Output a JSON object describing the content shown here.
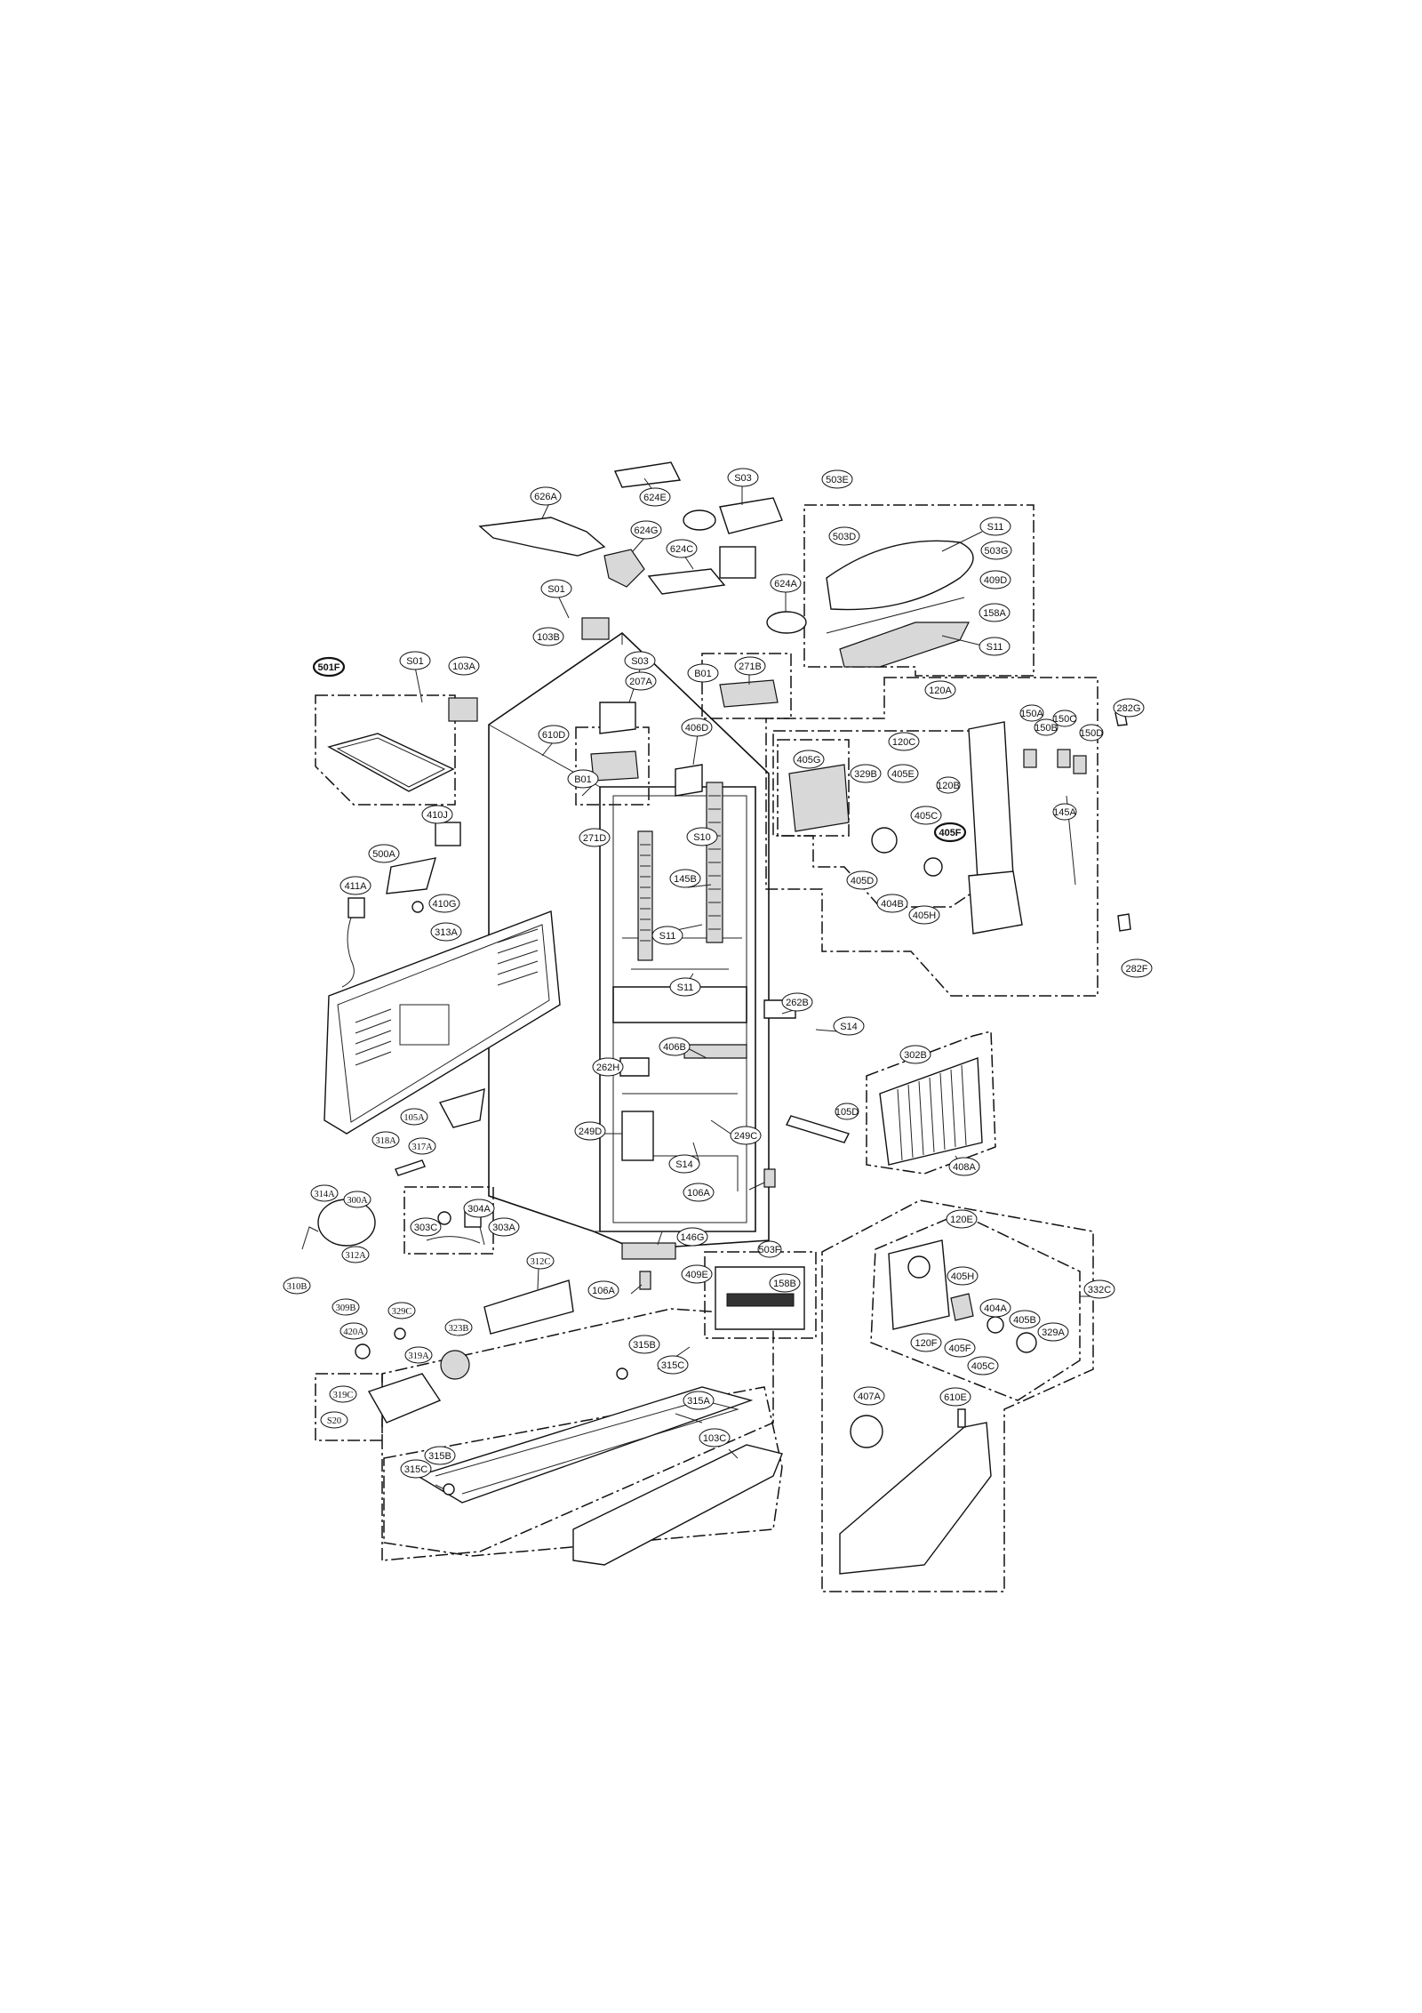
{
  "diagram": {
    "labels": [
      {
        "id": "626A",
        "style": "normal"
      },
      {
        "id": "624E",
        "style": "normal"
      },
      {
        "id": "S03",
        "style": "normal"
      },
      {
        "id": "503E",
        "style": "normal"
      },
      {
        "id": "624G",
        "style": "normal"
      },
      {
        "id": "624C",
        "style": "normal"
      },
      {
        "id": "503D",
        "style": "normal"
      },
      {
        "id": "S11",
        "style": "normal"
      },
      {
        "id": "503G",
        "style": "normal"
      },
      {
        "id": "409D",
        "style": "normal"
      },
      {
        "id": "624A",
        "style": "normal"
      },
      {
        "id": "S01",
        "style": "normal"
      },
      {
        "id": "158A",
        "style": "normal"
      },
      {
        "id": "103B",
        "style": "normal"
      },
      {
        "id": "271B",
        "style": "normal"
      },
      {
        "id": "S11",
        "style": "normal"
      },
      {
        "id": "501F",
        "style": "bold"
      },
      {
        "id": "S01",
        "style": "normal"
      },
      {
        "id": "103A",
        "style": "normal"
      },
      {
        "id": "S03",
        "style": "normal"
      },
      {
        "id": "B01",
        "style": "normal"
      },
      {
        "id": "207A",
        "style": "normal"
      },
      {
        "id": "120A",
        "style": "normal"
      },
      {
        "id": "150A",
        "style": "small"
      },
      {
        "id": "150C",
        "style": "small"
      },
      {
        "id": "150B",
        "style": "small"
      },
      {
        "id": "150D",
        "style": "small"
      },
      {
        "id": "282G",
        "style": "normal"
      },
      {
        "id": "406D",
        "style": "normal"
      },
      {
        "id": "610D",
        "style": "normal"
      },
      {
        "id": "120C",
        "style": "normal"
      },
      {
        "id": "B01",
        "style": "normal"
      },
      {
        "id": "405G",
        "style": "normal"
      },
      {
        "id": "329B",
        "style": "normal"
      },
      {
        "id": "405E",
        "style": "normal"
      },
      {
        "id": "120B",
        "style": "small"
      },
      {
        "id": "271D",
        "style": "normal"
      },
      {
        "id": "410J",
        "style": "normal"
      },
      {
        "id": "S10",
        "style": "normal"
      },
      {
        "id": "145A",
        "style": "small"
      },
      {
        "id": "405C",
        "style": "normal"
      },
      {
        "id": "405F",
        "style": "bold"
      },
      {
        "id": "500A",
        "style": "normal"
      },
      {
        "id": "145B",
        "style": "normal"
      },
      {
        "id": "405D",
        "style": "normal"
      },
      {
        "id": "411A",
        "style": "normal"
      },
      {
        "id": "410G",
        "style": "normal"
      },
      {
        "id": "404B",
        "style": "normal"
      },
      {
        "id": "405H",
        "style": "normal"
      },
      {
        "id": "313A",
        "style": "normal"
      },
      {
        "id": "S11",
        "style": "normal"
      },
      {
        "id": "S11",
        "style": "normal"
      },
      {
        "id": "282F",
        "style": "normal"
      },
      {
        "id": "262B",
        "style": "normal"
      },
      {
        "id": "S14",
        "style": "normal"
      },
      {
        "id": "406B",
        "style": "normal"
      },
      {
        "id": "302B",
        "style": "normal"
      },
      {
        "id": "262H",
        "style": "normal"
      },
      {
        "id": "105A",
        "style": "serif"
      },
      {
        "id": "105D",
        "style": "small"
      },
      {
        "id": "249D",
        "style": "normal"
      },
      {
        "id": "249C",
        "style": "normal"
      },
      {
        "id": "318A",
        "style": "serif"
      },
      {
        "id": "317A",
        "style": "serif"
      },
      {
        "id": "S14",
        "style": "normal"
      },
      {
        "id": "408A",
        "style": "normal"
      },
      {
        "id": "106A",
        "style": "normal"
      },
      {
        "id": "314A",
        "style": "serif"
      },
      {
        "id": "300A",
        "style": "serif"
      },
      {
        "id": "304A",
        "style": "normal"
      },
      {
        "id": "120E",
        "style": "normal"
      },
      {
        "id": "303C",
        "style": "normal"
      },
      {
        "id": "303A",
        "style": "normal"
      },
      {
        "id": "146G",
        "style": "normal"
      },
      {
        "id": "312A",
        "style": "serif"
      },
      {
        "id": "503F",
        "style": "small"
      },
      {
        "id": "310B",
        "style": "serif"
      },
      {
        "id": "312C",
        "style": "serif"
      },
      {
        "id": "409E",
        "style": "normal"
      },
      {
        "id": "158B",
        "style": "normal"
      },
      {
        "id": "106A",
        "style": "normal"
      },
      {
        "id": "332C",
        "style": "normal"
      },
      {
        "id": "405H",
        "style": "normal"
      },
      {
        "id": "309B",
        "style": "serif"
      },
      {
        "id": "329C",
        "style": "serif"
      },
      {
        "id": "404A",
        "style": "normal"
      },
      {
        "id": "323B",
        "style": "serif"
      },
      {
        "id": "420A",
        "style": "serif"
      },
      {
        "id": "405B",
        "style": "normal"
      },
      {
        "id": "315B",
        "style": "normal"
      },
      {
        "id": "120F",
        "style": "normal"
      },
      {
        "id": "329A",
        "style": "normal"
      },
      {
        "id": "405F",
        "style": "normal"
      },
      {
        "id": "319A",
        "style": "serif"
      },
      {
        "id": "315C",
        "style": "normal"
      },
      {
        "id": "405C",
        "style": "normal"
      },
      {
        "id": "319C",
        "style": "serif"
      },
      {
        "id": "407A",
        "style": "normal"
      },
      {
        "id": "610E",
        "style": "normal"
      },
      {
        "id": "315A",
        "style": "normal"
      },
      {
        "id": "S20",
        "style": "serif"
      },
      {
        "id": "103C",
        "style": "normal"
      },
      {
        "id": "315B",
        "style": "normal"
      },
      {
        "id": "315C",
        "style": "normal"
      }
    ]
  }
}
